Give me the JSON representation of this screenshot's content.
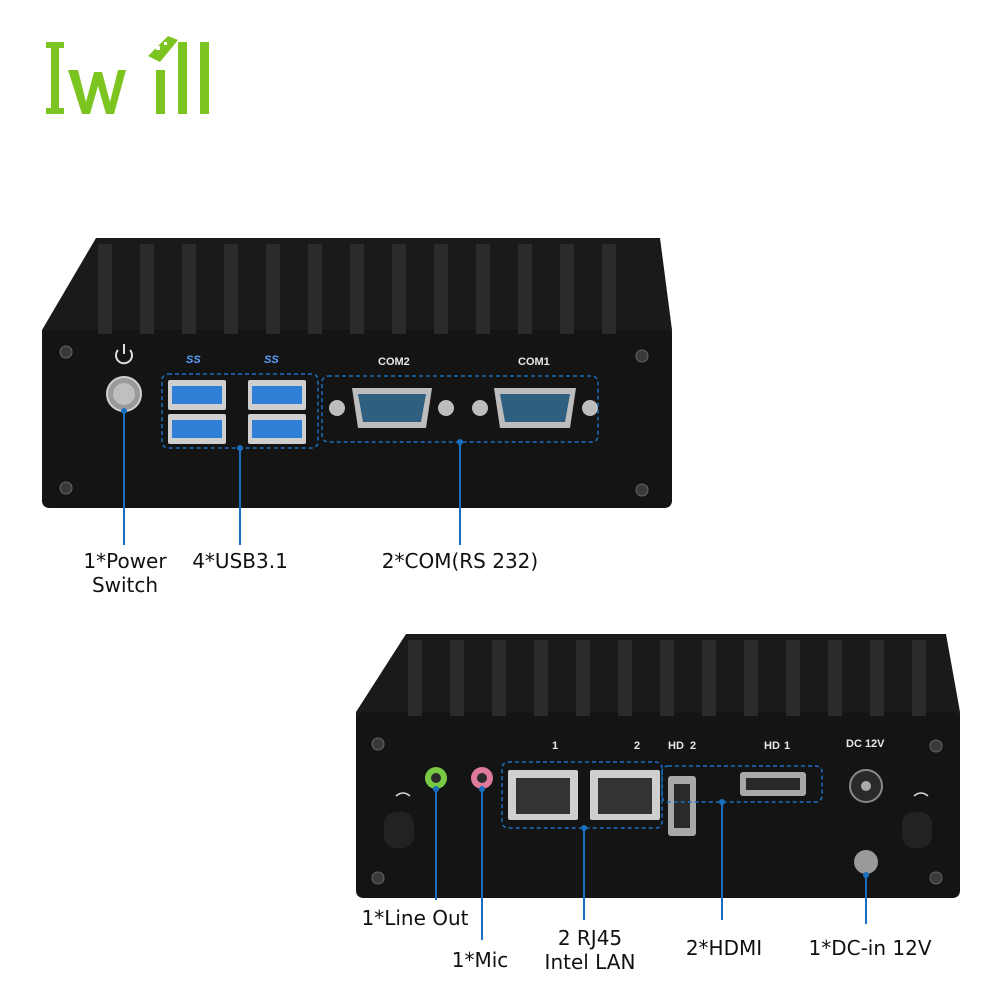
{
  "brand": {
    "logo_text": "Iwill",
    "color": "#7cc520"
  },
  "front_panel": {
    "port_labels": {
      "usb_a": "SS",
      "usb_b": "SS",
      "com2": "COM2",
      "com1": "COM1"
    },
    "callouts": {
      "power_line1": "1*Power",
      "power_line2": "Switch",
      "usb": "4*USB3.1",
      "com": "2*COM(RS 232)"
    }
  },
  "rear_panel": {
    "port_labels": {
      "lan1": "1",
      "lan2": "2",
      "hdmi2": "2",
      "hdmi1": "1",
      "hd": "HD",
      "dc": "DC 12V"
    },
    "callouts": {
      "line_out": "1*Line Out",
      "mic": "1*Mic",
      "lan_line1": "2 RJ45",
      "lan_line2": "Intel LAN",
      "hdmi": "2*HDMI",
      "dc": "1*DC-in 12V"
    }
  },
  "colors": {
    "accent": "#1a6fc0",
    "body": "#141414",
    "usb_blue": "#2f7fd6",
    "line_out": "#7ac943",
    "mic": "#e07a9a"
  }
}
